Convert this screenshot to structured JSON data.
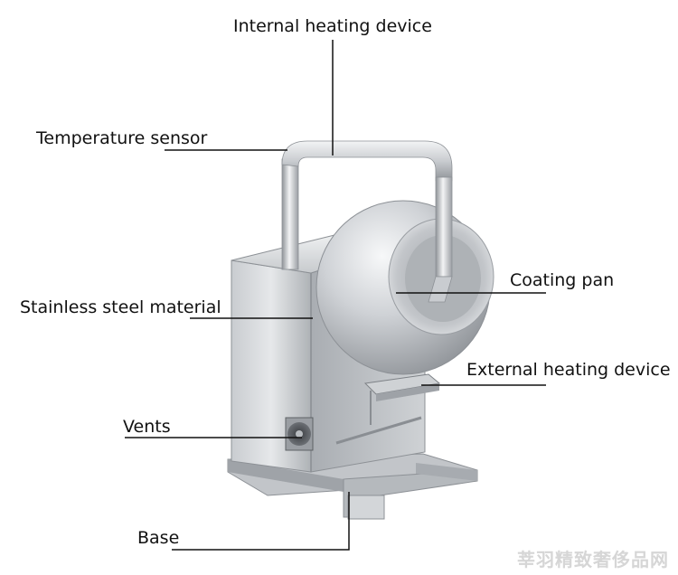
{
  "labels": {
    "internal_heating": "Internal heating device",
    "temperature_sensor": "Temperature sensor",
    "coating_pan": "Coating pan",
    "stainless_steel": "Stainless steel material",
    "external_heating": "External heating device",
    "vents": "Vents",
    "base": "Base"
  },
  "watermark": "莘羽精致奢侈品网",
  "colors": {
    "line": "#111111",
    "steel_light": "#e4e6e8",
    "steel_mid": "#b4b8bc",
    "steel_dark": "#7d8186"
  }
}
